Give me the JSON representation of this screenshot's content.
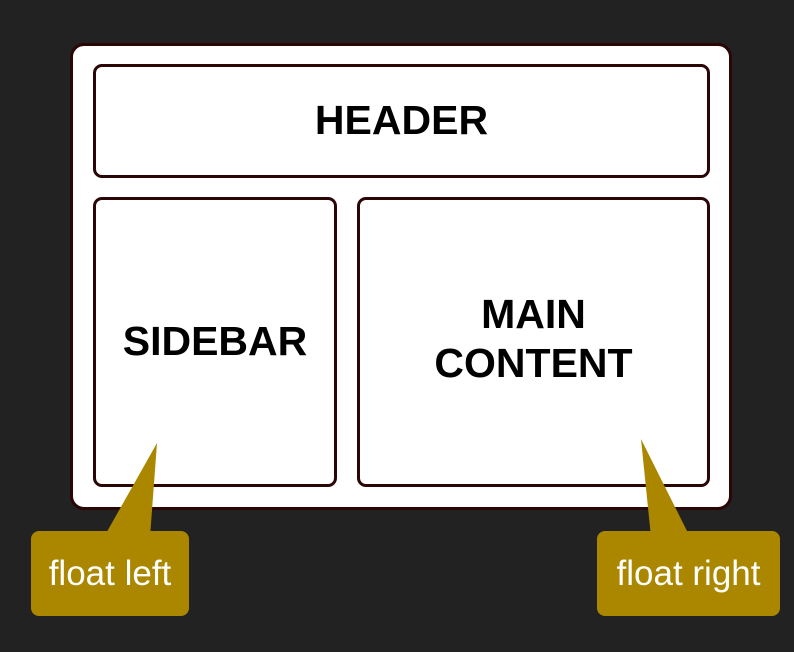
{
  "diagram": {
    "header_label": "HEADER",
    "sidebar_label": "SIDEBAR",
    "main_label": "MAIN\nCONTENT",
    "callouts": {
      "left": "float left",
      "right": "float right"
    }
  },
  "colors": {
    "background": "#222222",
    "box_fill": "#ffffff",
    "box_border": "#2a0606",
    "callout_fill": "#ab8700",
    "callout_text": "#ffffff"
  }
}
